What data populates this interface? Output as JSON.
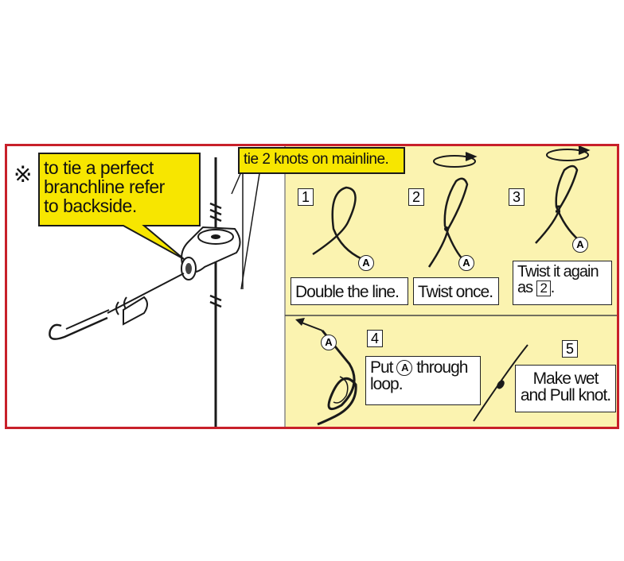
{
  "callout": {
    "reference_mark": "※",
    "backside_note": "to tie a perfect\nbranchline refer\nto backside.",
    "mainline_note": "tie 2 knots on mainline."
  },
  "steps": [
    {
      "number": "1",
      "marker": "A",
      "caption": "Double the line."
    },
    {
      "number": "2",
      "marker": "A",
      "caption": "Twist once."
    },
    {
      "number": "3",
      "marker": "A",
      "caption": "Twist it again\nas",
      "ref_number": "2",
      "caption_end": "."
    },
    {
      "number": "4",
      "marker": "A",
      "caption_before": "Put",
      "caption_marker": "A",
      "caption_after": "through\nloop."
    },
    {
      "number": "5",
      "caption": "Make wet\nand Pull  knot."
    }
  ],
  "colors": {
    "frame_border": "#c8202a",
    "panel_background": "#fbf3b0",
    "callout_fill": "#f7e600",
    "line": "#1a1a1a"
  }
}
